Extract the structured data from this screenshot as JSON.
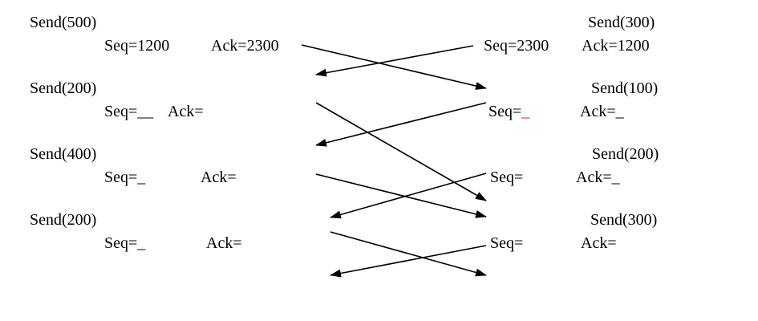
{
  "left": {
    "rows": [
      {
        "send": "Send(500)",
        "seq": "Seq=1200",
        "ack": "Ack=2300"
      },
      {
        "send": "Send(200)",
        "seq": "Seq=__",
        "ack": "Ack="
      },
      {
        "send": "Send(400)",
        "seq": "Seq=_",
        "ack": "Ack="
      },
      {
        "send": "Send(200)",
        "seq": "Seq=_",
        "ack": "Ack="
      }
    ]
  },
  "right": {
    "rows": [
      {
        "send": "Send(300)",
        "seq": "Seq=2300",
        "ack": "Ack=1200"
      },
      {
        "send": "Send(100)",
        "seq": "Seq=",
        "seq_blank": "_",
        "ack": "Ack=_"
      },
      {
        "send": "Send(200)",
        "seq": "Seq=",
        "ack": "Ack=_"
      },
      {
        "send": "Send(300)",
        "seq": "Seq=",
        "ack": "Ack="
      }
    ]
  },
  "colors": {
    "text": "#000000",
    "blank_highlight": "#e02020",
    "arrow": "#000000"
  }
}
